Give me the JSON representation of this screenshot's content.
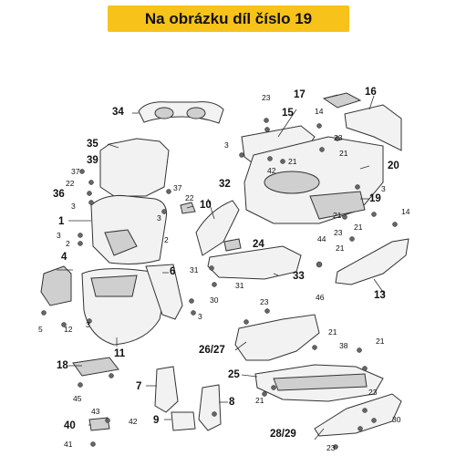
{
  "banner": {
    "title": "Na obrázku díl číslo 19",
    "bg_color": "#f7c21a"
  },
  "labels": {
    "n1": "1",
    "n2a": "2",
    "n2b": "2",
    "n3a": "3",
    "n3b": "3",
    "n3c": "3",
    "n3d": "3",
    "n3e": "3",
    "n3f": "3",
    "n3g": "3",
    "n4": "4",
    "n5": "5",
    "n6": "6",
    "n7": "7",
    "n8": "8",
    "n9": "9",
    "n10": "10",
    "n11": "11",
    "n12": "12",
    "n13": "13",
    "n14a": "14",
    "n14b": "14",
    "n15": "15",
    "n16": "16",
    "n17": "17",
    "n18": "18",
    "n19": "19",
    "n20": "20",
    "n21a": "21",
    "n21b": "21",
    "n21c": "21",
    "n21d": "21",
    "n21e": "21",
    "n21f": "21",
    "n21g": "21",
    "n21h": "21",
    "n22a": "22",
    "n22b": "22",
    "n23a": "23",
    "n23b": "23",
    "n23c": "23",
    "n23d": "23",
    "n23e": "23",
    "n23f": "23",
    "n24": "24",
    "n25": "25",
    "n2627": "26/27",
    "n2829": "28/29",
    "n30a": "30",
    "n30b": "30",
    "n31a": "31",
    "n31b": "31",
    "n32": "32",
    "n33": "33",
    "n34": "34",
    "n35": "35",
    "n36": "36",
    "n37a": "37",
    "n37b": "37",
    "n38": "38",
    "n39": "39",
    "n40": "40",
    "n41": "41",
    "n42a": "42",
    "n42b": "42",
    "n43": "43",
    "n44": "44",
    "n45": "45",
    "n46": "46"
  }
}
